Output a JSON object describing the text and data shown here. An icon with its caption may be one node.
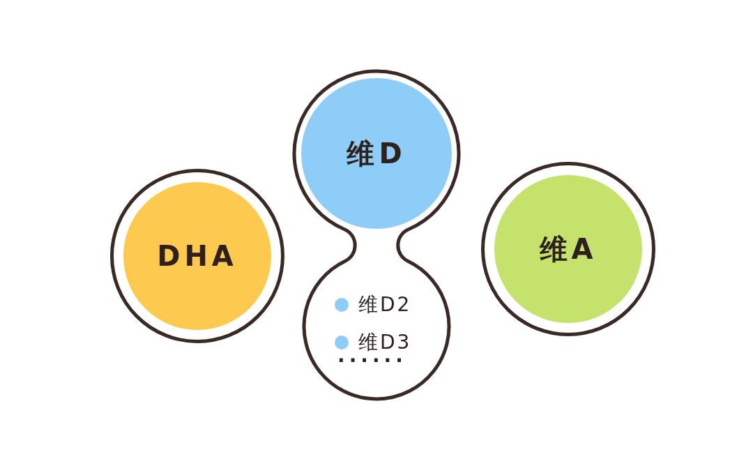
{
  "diagram": {
    "nodes": [
      {
        "text": [
          "DHA"
        ]
      },
      {
        "text": [
          "维D2",
          "维D3",
          "······"
        ]
      },
      {
        "text": [
          "维D"
        ],
        "in": 1
      },
      {
        "text": [
          "维A"
        ]
      }
    ]
  }
}
